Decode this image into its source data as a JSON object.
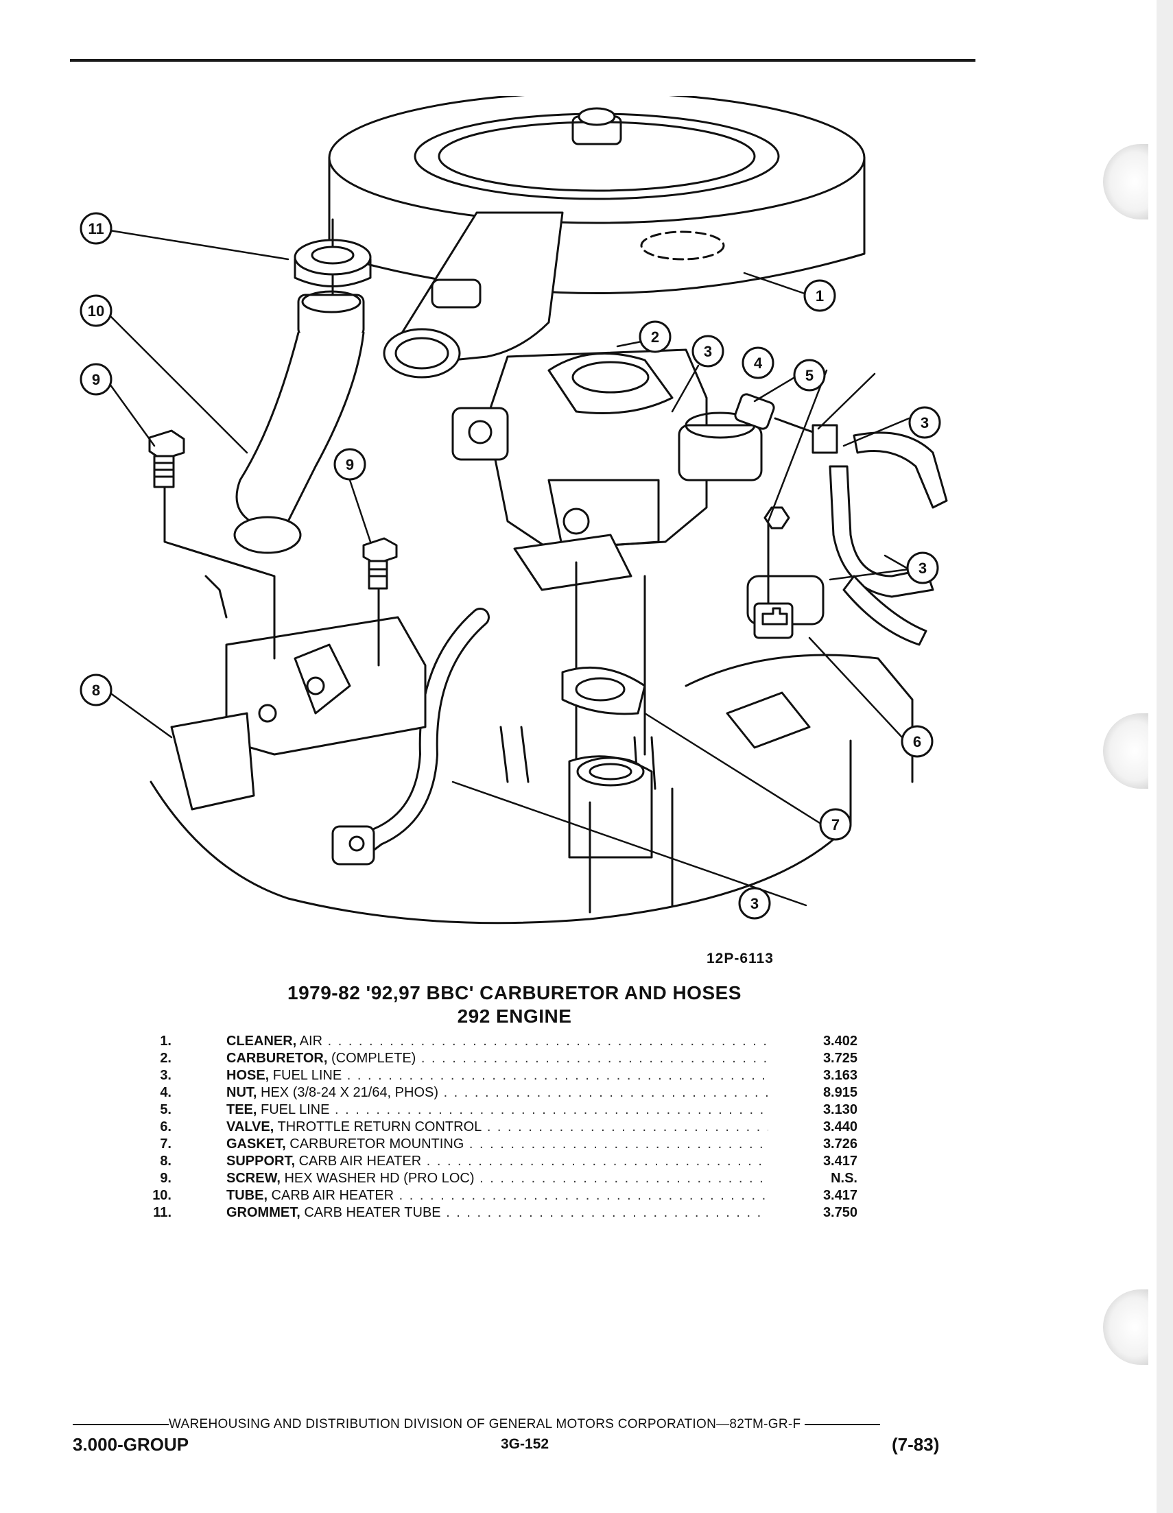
{
  "figure": {
    "code": "12P-6113",
    "callouts": [
      "1",
      "2",
      "3",
      "4",
      "5",
      "3",
      "3",
      "6",
      "7",
      "3",
      "8",
      "9",
      "9",
      "10",
      "11"
    ]
  },
  "title": {
    "line1": "1979-82 '92,97 BBC' CARBURETOR AND HOSES",
    "line2": "292 ENGINE"
  },
  "parts": [
    {
      "num": "1.",
      "name": "CLEANER,",
      "detail": " AIR",
      "code": "3.402"
    },
    {
      "num": "2.",
      "name": "CARBURETOR,",
      "detail": " (COMPLETE)",
      "code": "3.725"
    },
    {
      "num": "3.",
      "name": "HOSE,",
      "detail": " FUEL LINE",
      "code": "3.163"
    },
    {
      "num": "4.",
      "name": "NUT,",
      "detail": " HEX (3/8-24 X 21/64, PHOS)",
      "code": "8.915"
    },
    {
      "num": "5.",
      "name": "TEE,",
      "detail": " FUEL LINE",
      "code": "3.130"
    },
    {
      "num": "6.",
      "name": "VALVE,",
      "detail": " THROTTLE RETURN CONTROL",
      "code": "3.440"
    },
    {
      "num": "7.",
      "name": "GASKET,",
      "detail": " CARBURETOR MOUNTING",
      "code": "3.726"
    },
    {
      "num": "8.",
      "name": "SUPPORT,",
      "detail": " CARB AIR HEATER",
      "code": "3.417"
    },
    {
      "num": "9.",
      "name": "SCREW,",
      "detail": " HEX WASHER HD (PRO LOC)",
      "code": "N.S."
    },
    {
      "num": "10.",
      "name": "TUBE,",
      "detail": " CARB AIR HEATER",
      "code": "3.417"
    },
    {
      "num": "11.",
      "name": "GROMMET,",
      "detail": " CARB HEATER TUBE",
      "code": "3.750"
    }
  ],
  "footer": {
    "division": "WAREHOUSING AND DISTRIBUTION DIVISION OF GENERAL MOTORS CORPORATION—82TM-GR-F",
    "group": "3.000-GROUP",
    "page": "3G-152",
    "date": "(7-83)"
  }
}
